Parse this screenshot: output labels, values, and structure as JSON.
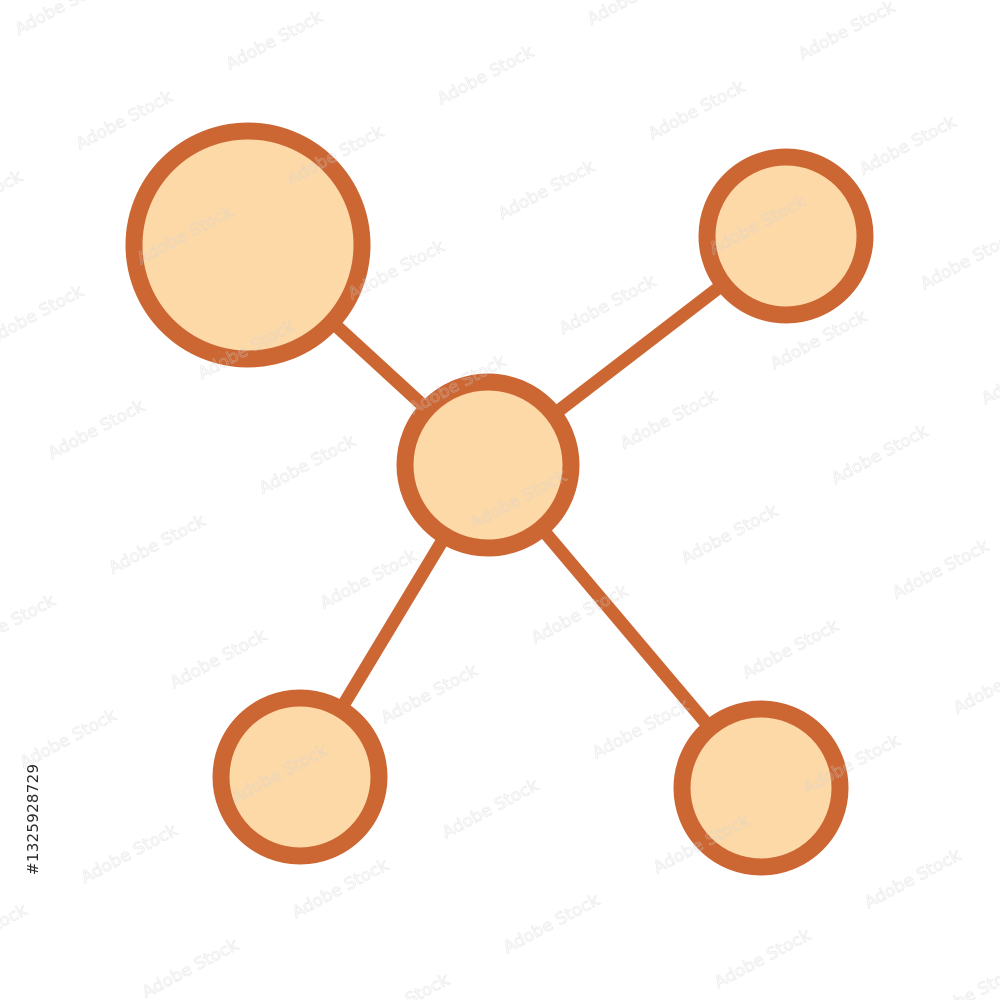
{
  "icon": {
    "name": "network-nodes-icon",
    "colors": {
      "stroke": "#cc6633",
      "fill": "#fdd9a8",
      "background": "#ffffff"
    },
    "node_count": 5,
    "connection_count": 4
  },
  "watermark": {
    "text": "Adobe Stock",
    "stock_id": "#1325928729"
  }
}
